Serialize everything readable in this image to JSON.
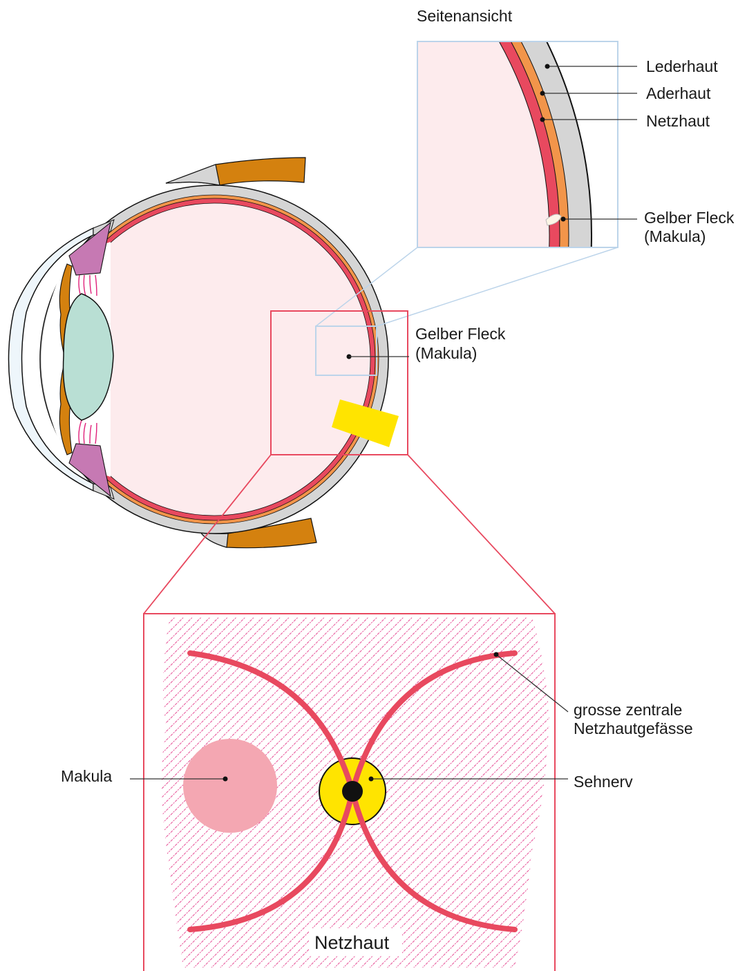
{
  "labels": {
    "side_view_title": "Seitenansicht",
    "lederhaut": "Lederhaut",
    "aderhaut": "Aderhaut",
    "netzhaut_layer": "Netzhaut",
    "gelber_fleck_inset_line1": "Gelber Fleck",
    "gelber_fleck_inset_line2": "(Makula)",
    "gelber_fleck_main_line1": "Gelber Fleck",
    "gelber_fleck_main_line2": "(Makula)",
    "makula": "Makula",
    "sehnerv": "Sehnerv",
    "gefaesse_line1": "grosse zentrale",
    "gefaesse_line2": "Netzhautgefässe",
    "netzhaut_bottom": "Netzhaut"
  },
  "colors": {
    "sclera": "#d5d5d5",
    "choroid": "#f2954a",
    "retina": "#e8495f",
    "eye_interior": "#fdebed",
    "lens": "#b9dfd4",
    "cornea": "#eef6fb",
    "iris": "#d4810f",
    "ciliary_body": "#c679b3",
    "zonule_fibers": "#e0207a",
    "optic_nerve": "#ffe400",
    "macula": "#f4a7b2",
    "highlight_box": "#e8495f",
    "inset_box": "#bcd4ea",
    "fundus_hatch": "#e0207a"
  }
}
